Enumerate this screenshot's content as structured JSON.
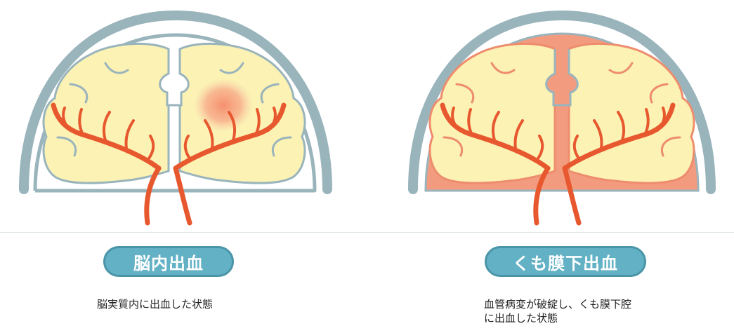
{
  "colors": {
    "skull": "#9ab4bc",
    "brain": "#fbf2b4",
    "artery": "#e8582f",
    "hemorrhage": "#f39b7f",
    "pill": "#63b1c5",
    "pill_border": "#4b95a8"
  },
  "panels": [
    {
      "label": "脳内出血",
      "caption": [
        "脳実質内に出血した状態"
      ]
    },
    {
      "label": "くも膜下出血",
      "caption": [
        "血管病変が破綻し、くも膜下腔",
        "に出血した状態"
      ]
    }
  ]
}
